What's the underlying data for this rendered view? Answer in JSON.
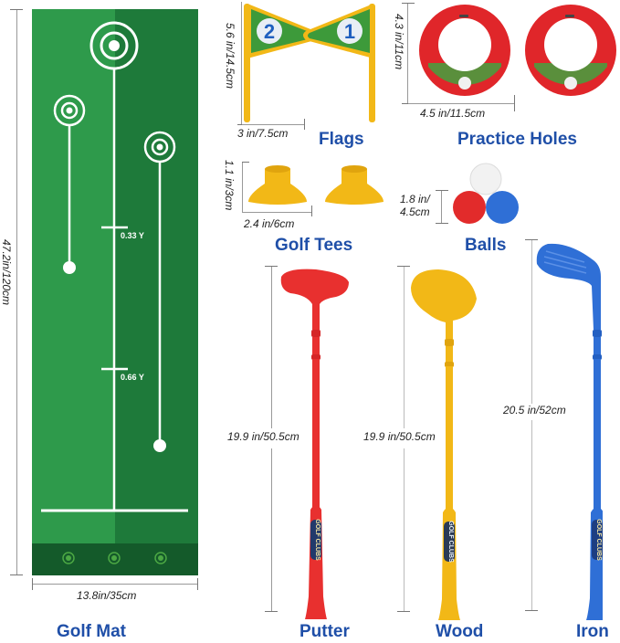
{
  "colors": {
    "title_blue": "#1f4fa8",
    "mat_light_green": "#2e9a4b",
    "mat_dark_green": "#1e7a3a",
    "mat_bottom": "#145a2a",
    "red": "#e8302f",
    "yellow": "#f5c518",
    "blue": "#2f6fd6"
  },
  "golf_mat": {
    "title": "Golf Mat",
    "height_label": "47.2in/120cm",
    "width_label": "13.8in/35cm",
    "marker_1": "0.33 Y",
    "marker_2": "0.66 Y"
  },
  "flags": {
    "title": "Flags",
    "height_label": "5.6 in/14.5cm",
    "width_label": "3 in/7.5cm",
    "flag_numbers": [
      "2",
      "1"
    ]
  },
  "practice_holes": {
    "title": "Practice Holes",
    "height_label": "4.3 in/11cm",
    "width_label": "4.5 in/11.5cm"
  },
  "golf_tees": {
    "title": "Golf Tees",
    "height_label": "1.1 in/3cm",
    "width_label": "2.4 in/6cm"
  },
  "balls": {
    "title": "Balls",
    "size_label_line1": "1.8 in/",
    "size_label_line2": "4.5cm"
  },
  "clubs": [
    {
      "title": "Putter",
      "length_label": "19.9 in/50.5cm",
      "grip_text": "GOLF CLUBS"
    },
    {
      "title": "Wood",
      "length_label": "19.9 in/50.5cm",
      "grip_text": "GOLF CLUBS"
    },
    {
      "title": "Iron",
      "length_label": "20.5 in/52cm",
      "grip_text": "GOLF CLUBS"
    }
  ]
}
